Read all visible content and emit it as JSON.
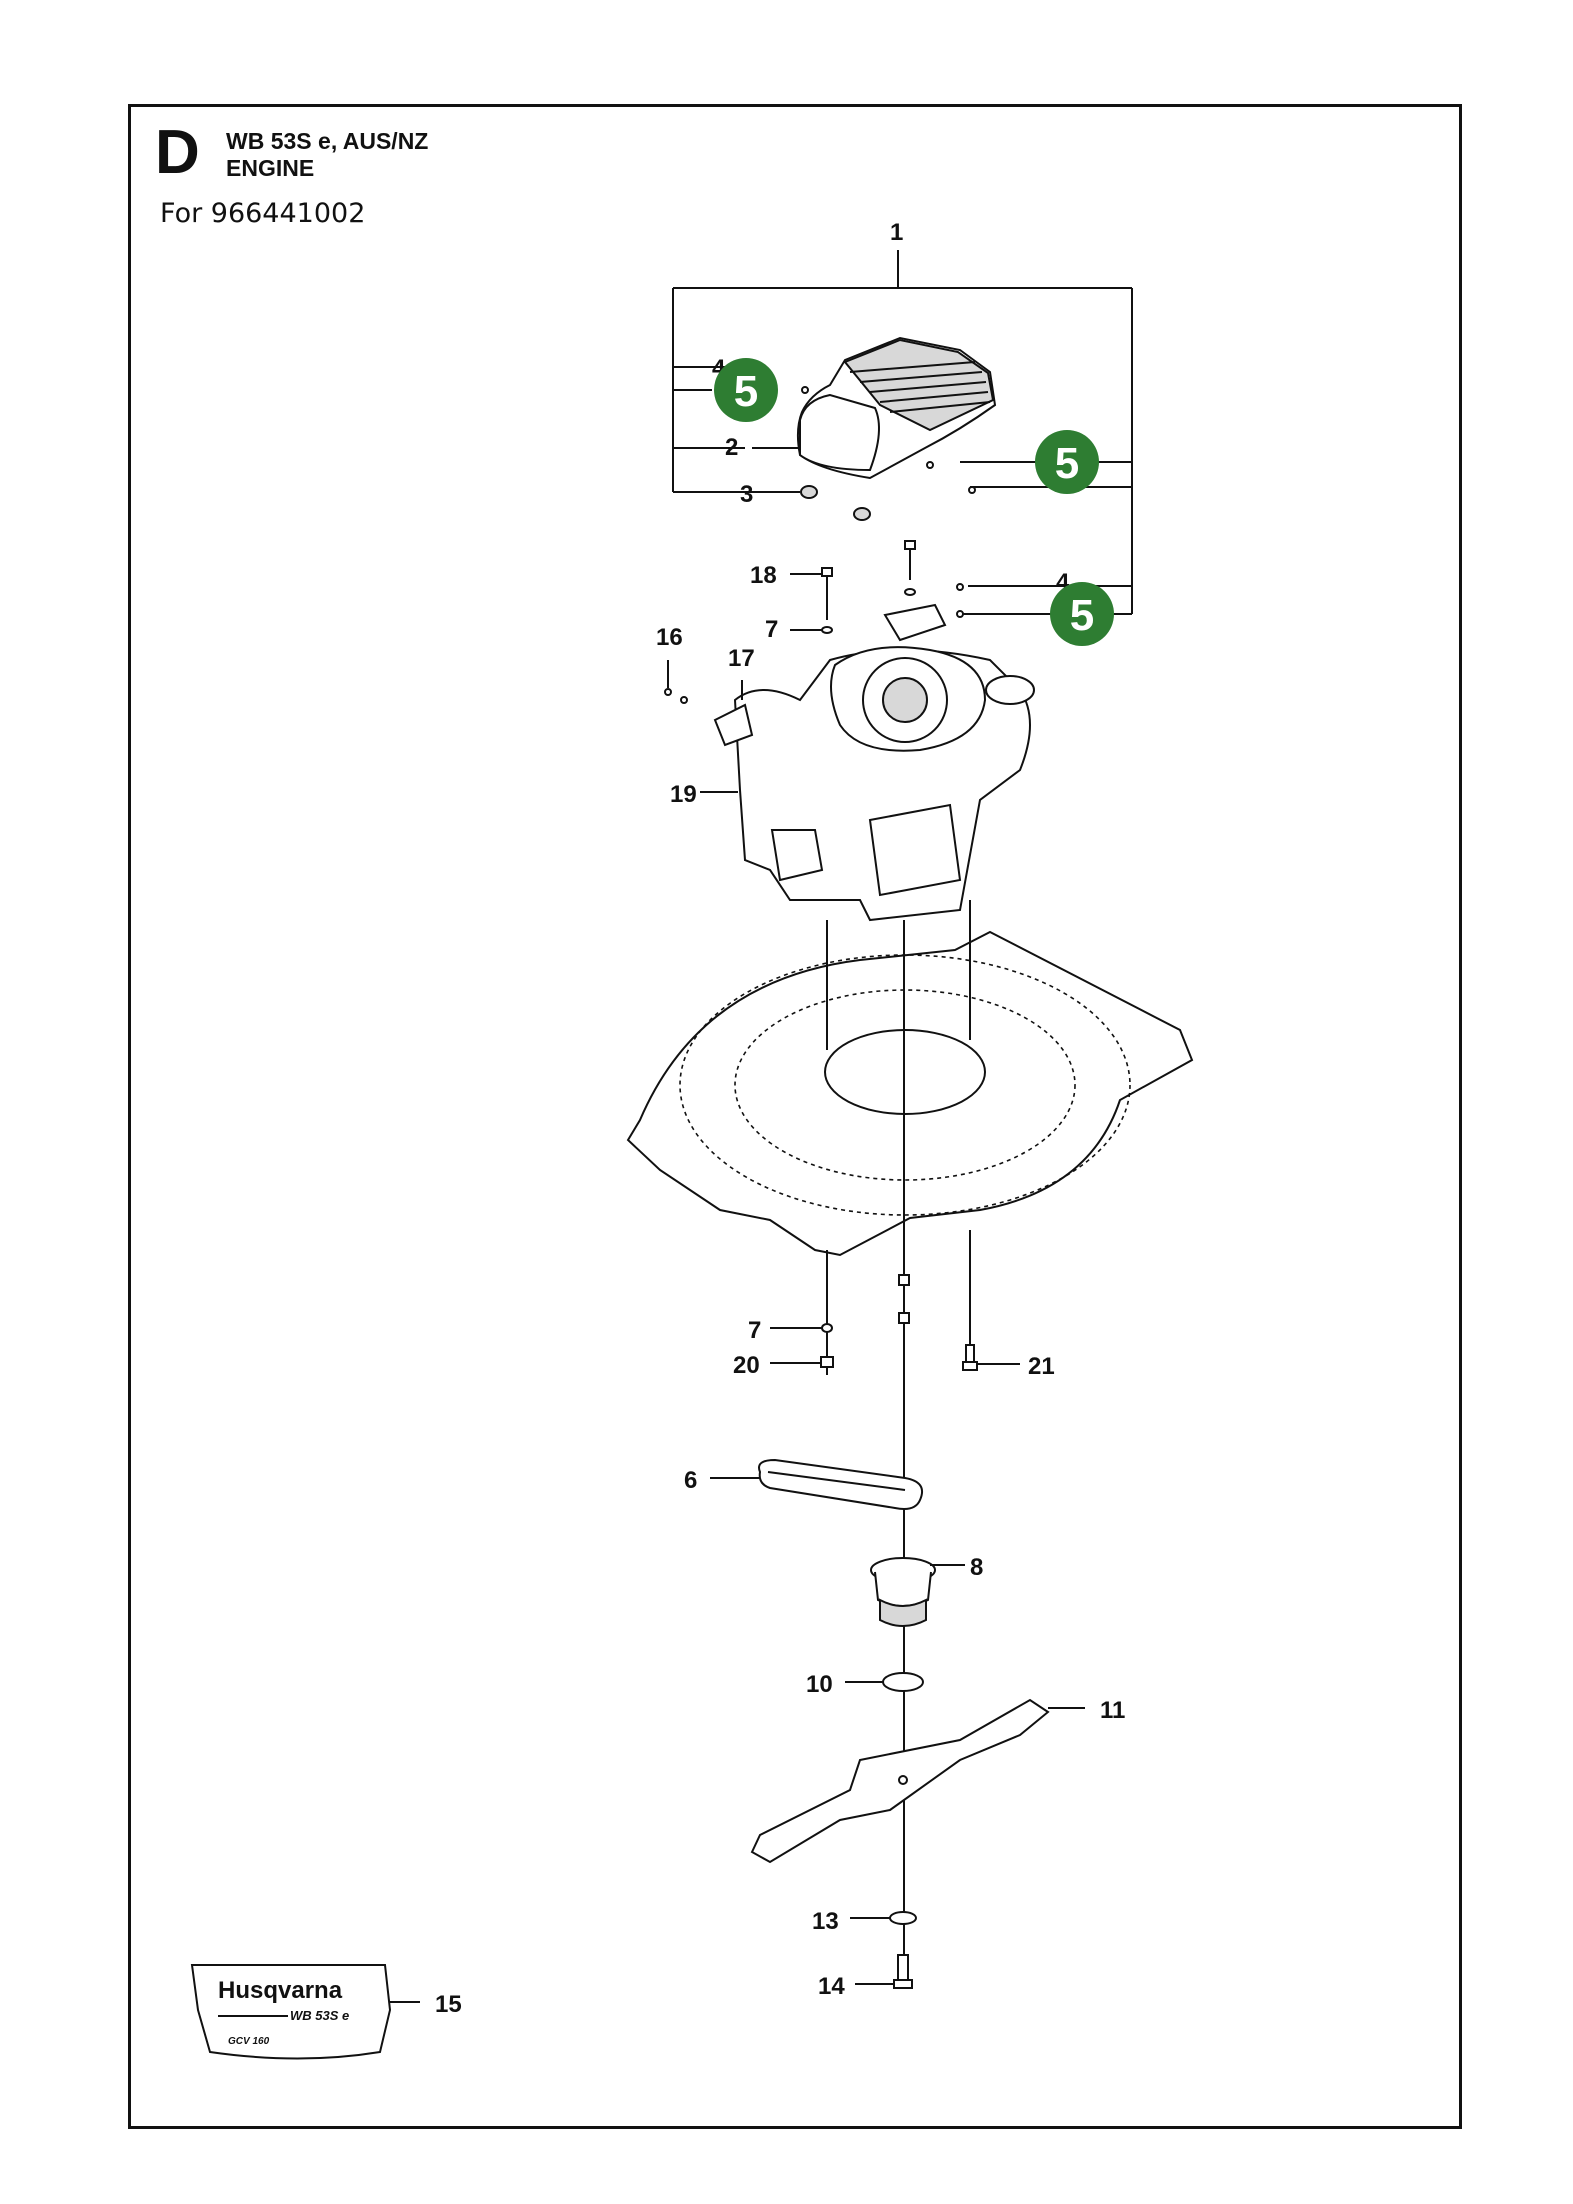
{
  "header": {
    "section_letter": "D",
    "model": "WB 53S e, AUS/NZ",
    "section": "ENGINE",
    "for_line": "For 966441002"
  },
  "labels": [
    "1",
    "2",
    "3",
    "4",
    "4",
    "6",
    "7",
    "7",
    "8",
    "10",
    "11",
    "13",
    "14",
    "15",
    "16",
    "17",
    "18",
    "19",
    "20",
    "21"
  ],
  "reference_markers": [
    "5",
    "5",
    "5"
  ],
  "decal": {
    "brand": "Husqvarna",
    "model": "WB 53S e",
    "engine": "GCV 160"
  },
  "colors": {
    "marker_green": "#2e7d32",
    "line": "#111111"
  }
}
